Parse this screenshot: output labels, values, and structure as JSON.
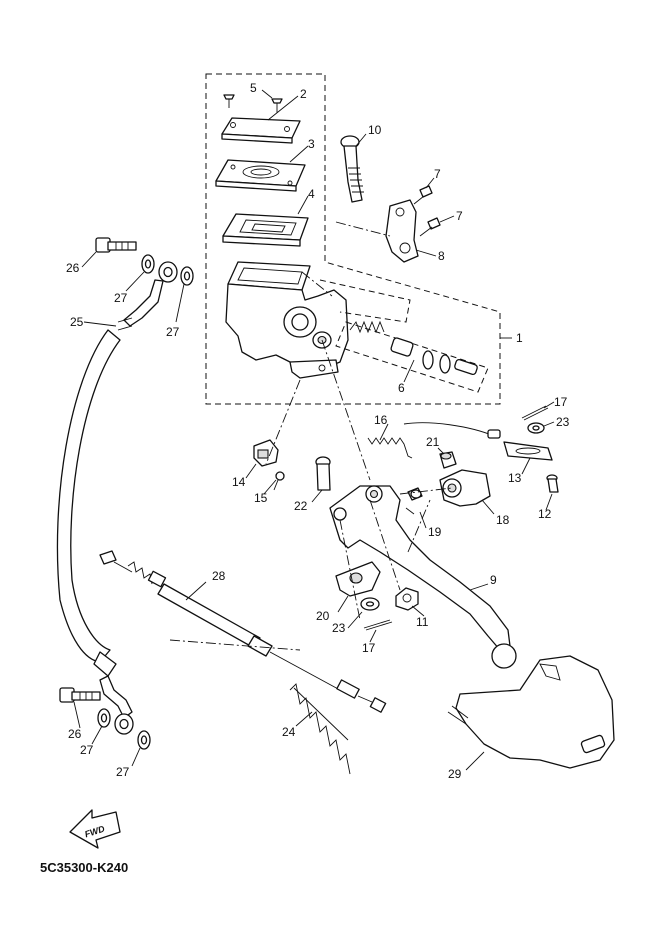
{
  "diagram_code": "5C35300-K240",
  "fwd_label": "FWD",
  "callouts": {
    "c1": "1",
    "c2": "2",
    "c3": "3",
    "c4": "4",
    "c5": "5",
    "c6": "6",
    "c7a": "7",
    "c7b": "7",
    "c8": "8",
    "c9": "9",
    "c10": "10",
    "c11": "11",
    "c12": "12",
    "c13": "13",
    "c14": "14",
    "c15": "15",
    "c16": "16",
    "c17a": "17",
    "c17b": "17",
    "c18": "18",
    "c19": "19",
    "c20": "20",
    "c21": "21",
    "c22": "22",
    "c23a": "23",
    "c23b": "23",
    "c24": "24",
    "c25": "25",
    "c26a": "26",
    "c26b": "26",
    "c27a": "27",
    "c27b": "27",
    "c27c": "27",
    "c27d": "27",
    "c28": "28",
    "c29": "29"
  }
}
